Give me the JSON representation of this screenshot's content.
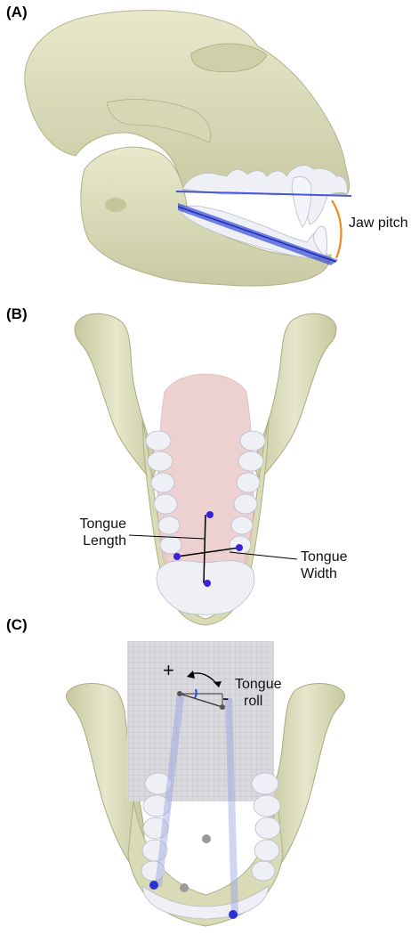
{
  "panels": {
    "a": {
      "label": "(A)",
      "annotation": "Jaw pitch"
    },
    "b": {
      "label": "(B)",
      "length_line1": "Tongue",
      "length_line2": "Length",
      "width_line1": "Tongue",
      "width_line2": "Width"
    },
    "c": {
      "label": "(C)",
      "plus": "+",
      "minus": "-",
      "roll_line1": "Tongue",
      "roll_line2": "roll"
    }
  },
  "colors": {
    "bone": "#dedfbf",
    "bone_shadow": "#b9ba92",
    "teeth": "#eceef4",
    "plane": "#2a3fd6",
    "angle": "#f08a1c",
    "tongue": "#e9c4c4",
    "marker": "#3a20d8",
    "grid": "#d0d0d4"
  }
}
